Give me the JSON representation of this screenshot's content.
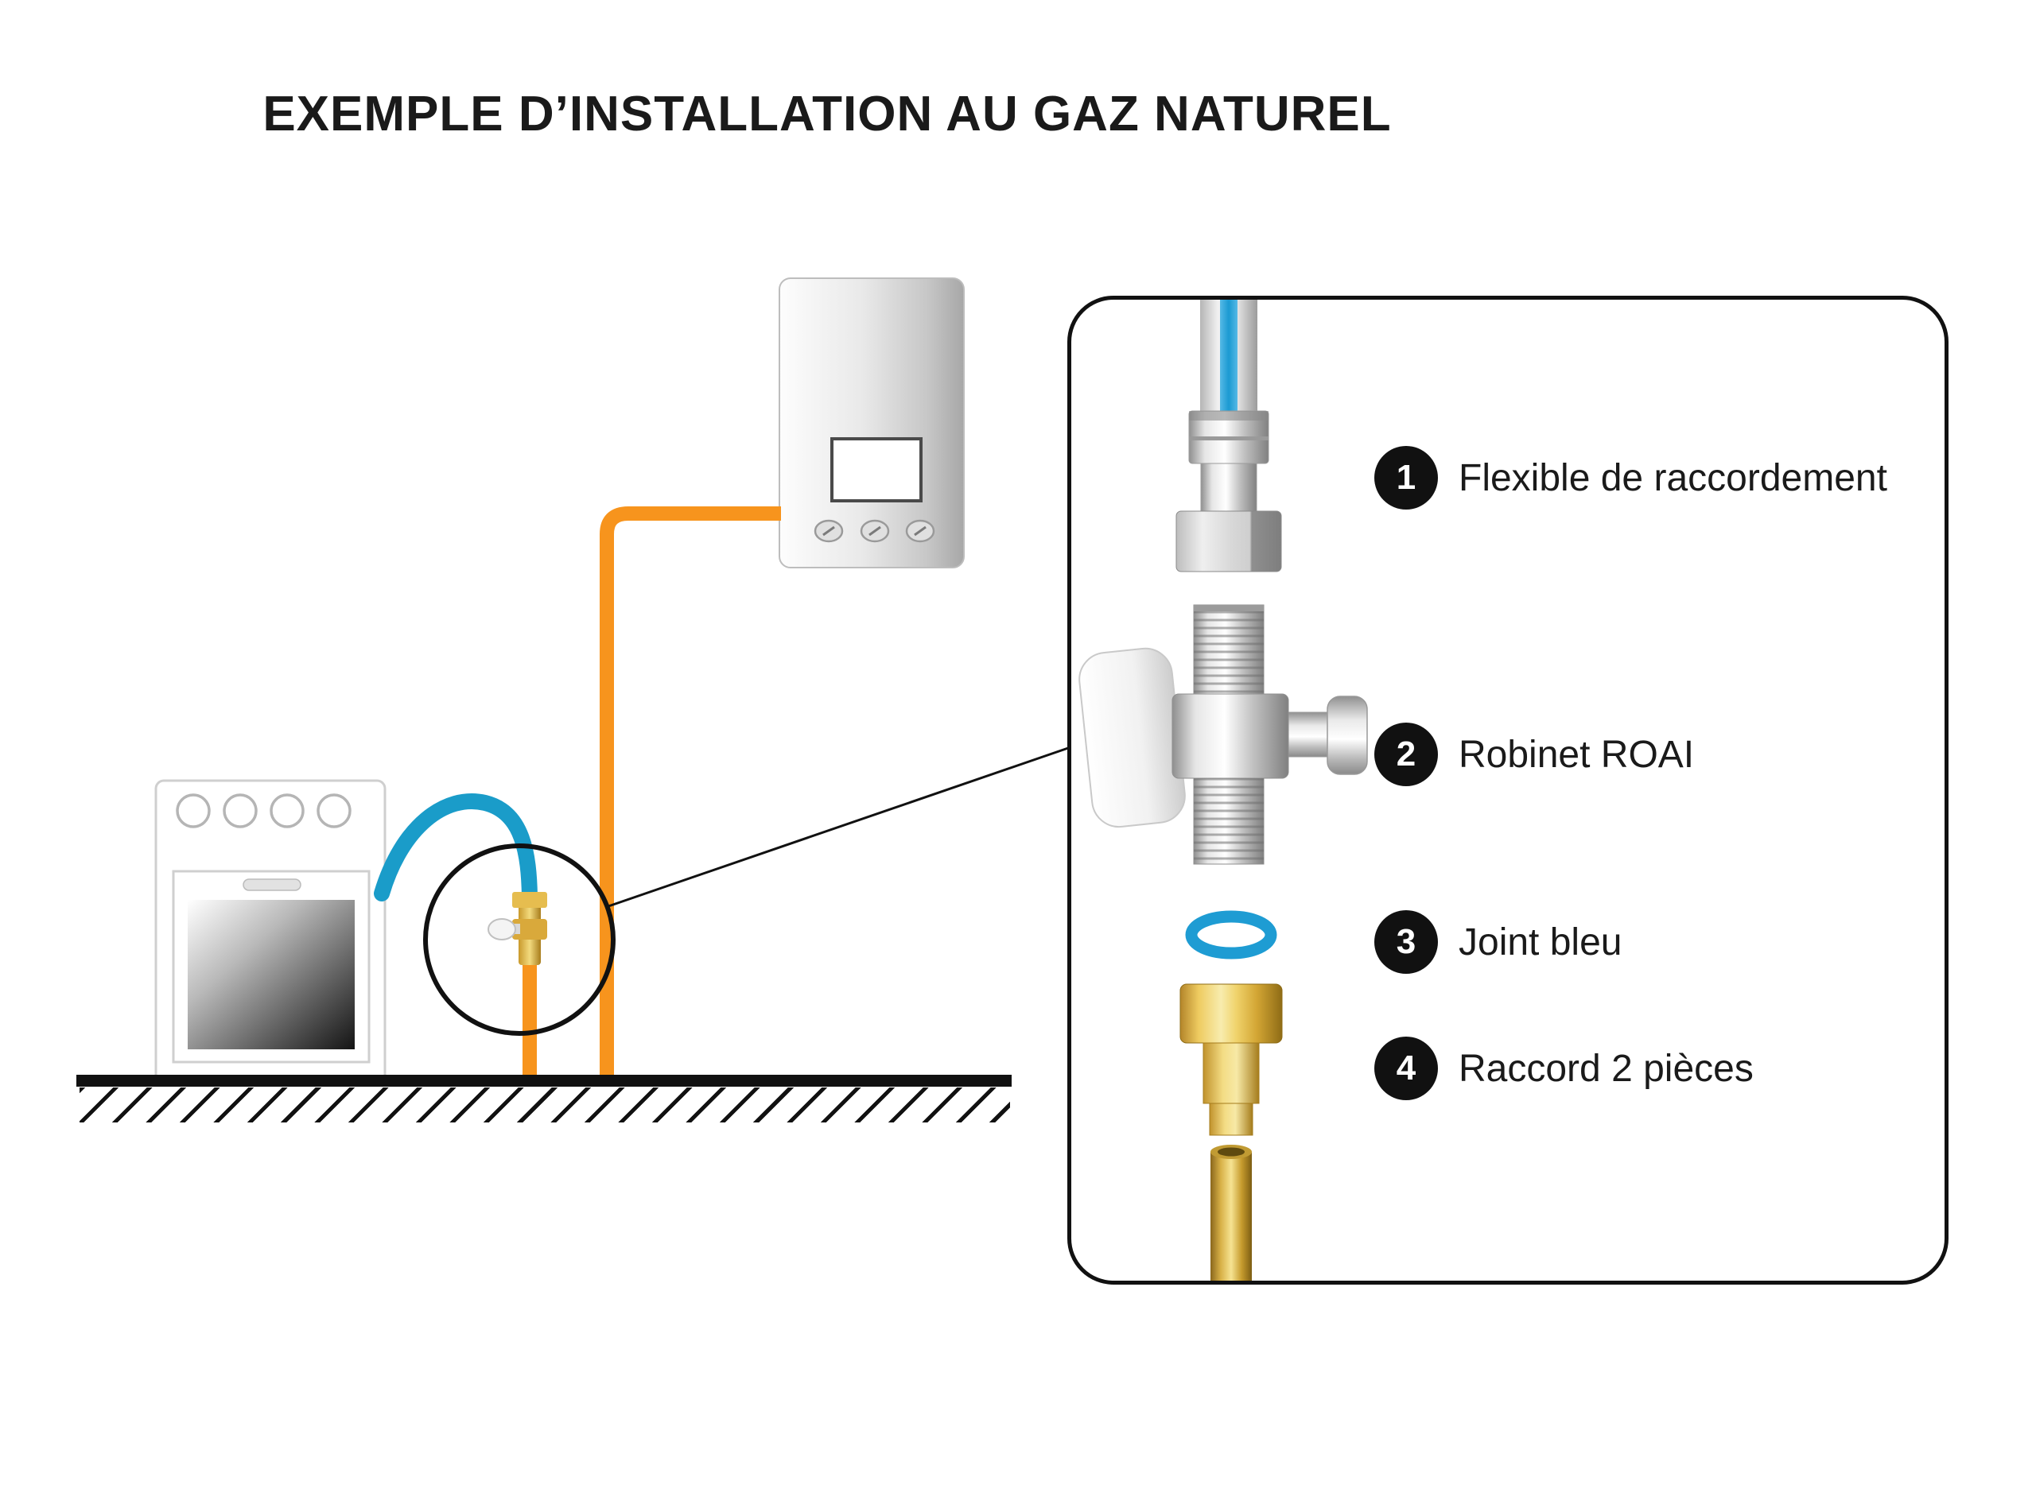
{
  "title": "EXEMPLE D’INSTALLATION AU GAZ NATUREL",
  "colors": {
    "ink": "#111111",
    "pipe_orange": "#F7941D",
    "hose_blue": "#1A9CC9",
    "seal_blue": "#1E9CD3",
    "brass": "#E3B33C"
  },
  "legend": {
    "items": [
      {
        "number": "1",
        "label": "Flexible de raccordement"
      },
      {
        "number": "2",
        "label": "Robinet ROAI"
      },
      {
        "number": "3",
        "label": "Joint bleu"
      },
      {
        "number": "4",
        "label": "Raccord 2 pièces"
      }
    ]
  }
}
